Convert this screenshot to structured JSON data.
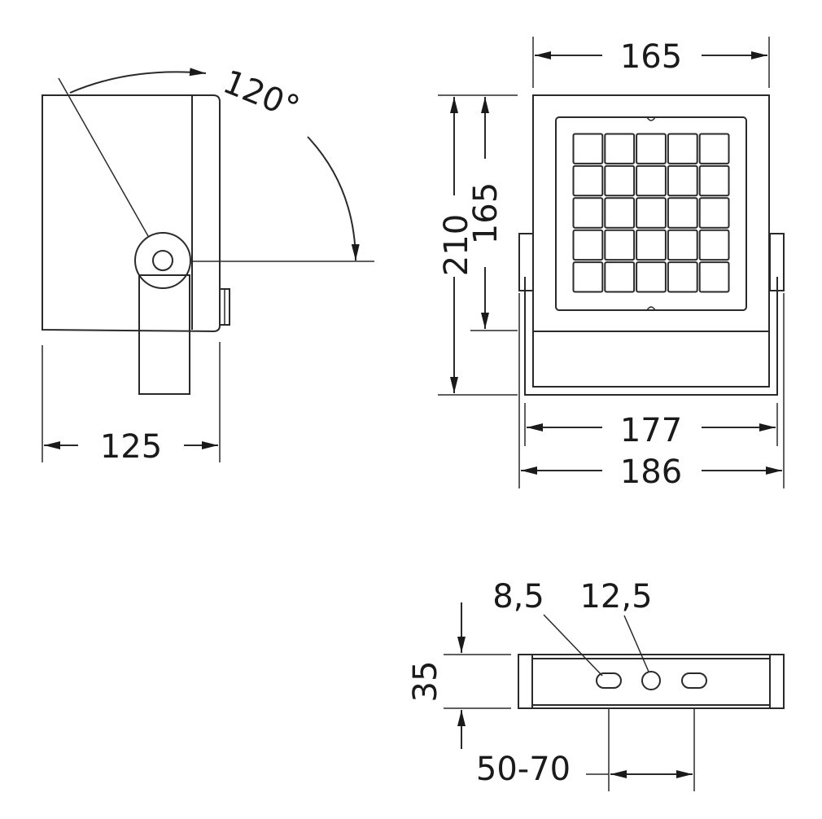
{
  "side_view": {
    "angle_label": "120°",
    "width_label": "125"
  },
  "front_view": {
    "width_top_label": "165",
    "height_total_label": "210",
    "height_inner_label": "165",
    "width_bracket_label": "177",
    "width_outer_label": "186",
    "led_grid": {
      "rows": 5,
      "cols": 5
    }
  },
  "bracket_view": {
    "hole_small_label": "8,5",
    "hole_large_label": "12,5",
    "height_label": "35",
    "spacing_label": "50-70"
  }
}
